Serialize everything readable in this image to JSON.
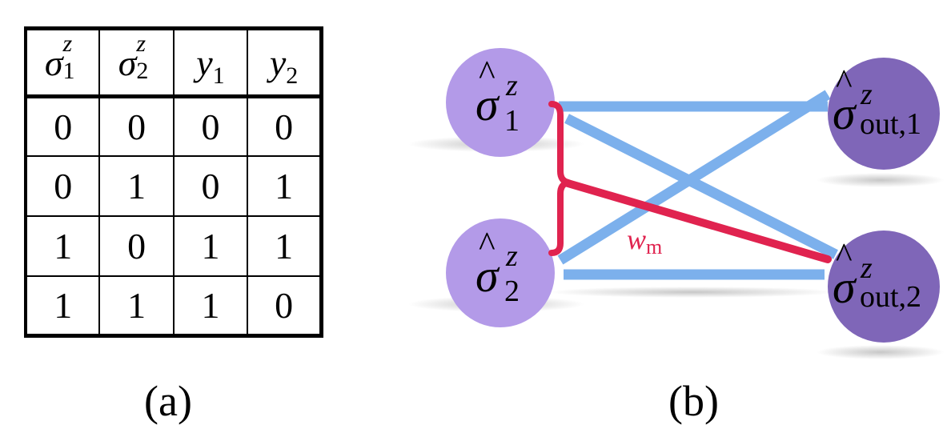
{
  "panel_a": {
    "caption": "(a)",
    "headers": [
      {
        "base": "σ",
        "sup": "z",
        "sub": "1"
      },
      {
        "base": "σ",
        "sup": "z",
        "sub": "2"
      },
      {
        "base": "y",
        "sub": "1"
      },
      {
        "base": "y",
        "sub": "2"
      }
    ],
    "rows": [
      [
        "0",
        "0",
        "0",
        "0"
      ],
      [
        "0",
        "1",
        "0",
        "1"
      ],
      [
        "1",
        "0",
        "1",
        "1"
      ],
      [
        "1",
        "1",
        "1",
        "0"
      ]
    ]
  },
  "panel_b": {
    "caption": "(b)",
    "nodes": [
      {
        "base": "σ",
        "hat": "^",
        "sup": "z",
        "sub": "1"
      },
      {
        "base": "σ",
        "hat": "^",
        "sup": "z",
        "sub": "2"
      },
      {
        "base": "σ",
        "hat": "^",
        "sup": "z",
        "sub": "out,1"
      },
      {
        "base": "σ",
        "hat": "^",
        "sup": "z",
        "sub": "out,2"
      }
    ],
    "weight_label": {
      "base": "w",
      "sub": "m"
    },
    "colors": {
      "input_node": "#b39ae8",
      "output_node": "#7f66b8",
      "edge": "#7cb0ec",
      "highlight": "#e0234f"
    }
  }
}
